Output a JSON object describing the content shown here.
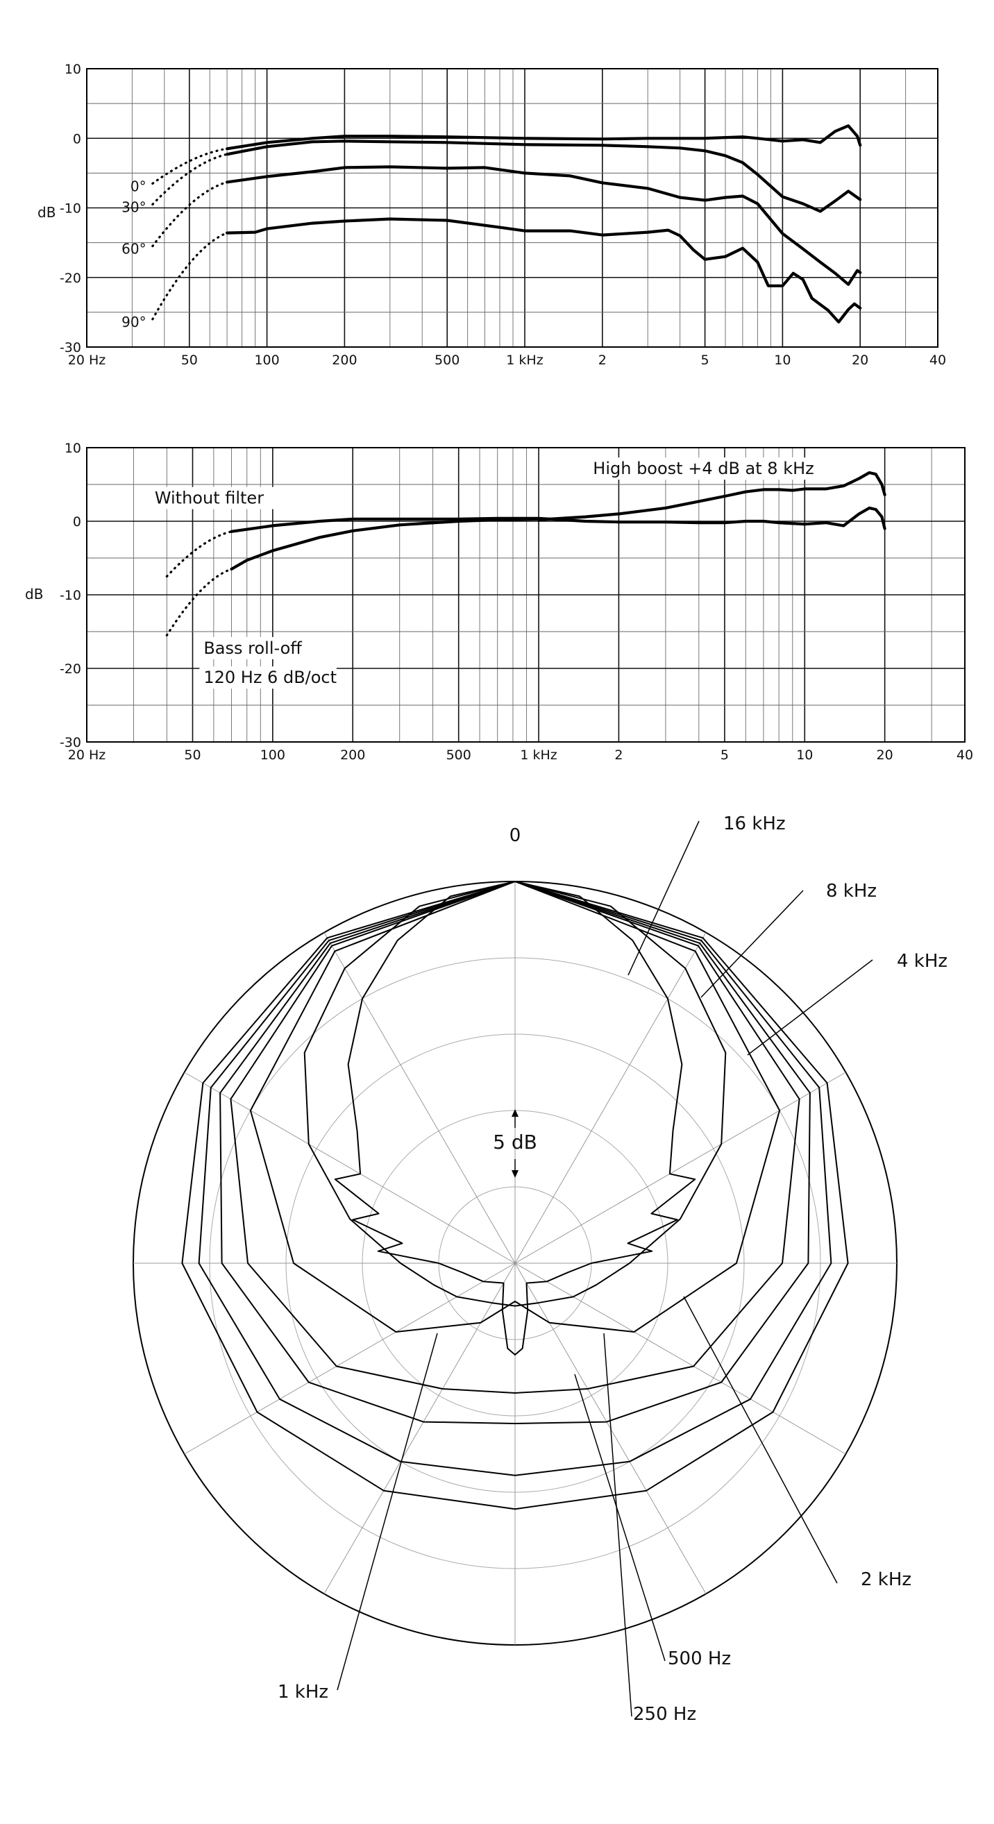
{
  "chart_data": [
    {
      "type": "line",
      "chart": "frequency-response-off-axis",
      "x_scale": "log",
      "xlim": [
        20,
        40000
      ],
      "ylim": [
        -30,
        10
      ],
      "ylabel": "dB",
      "grid": true,
      "x_tick_labels": [
        "20 Hz",
        "50",
        "100",
        "200",
        "500",
        "1 kHz",
        "2",
        "5",
        "10",
        "20",
        "40"
      ],
      "x_tick_values": [
        20,
        50,
        100,
        200,
        500,
        1000,
        2000,
        5000,
        10000,
        20000,
        40000
      ],
      "y_tick_labels": [
        "10",
        "0",
        "-10",
        "-20",
        "-30"
      ],
      "y_tick_values": [
        10,
        0,
        -10,
        -20,
        -30
      ],
      "series": [
        {
          "name": "0°",
          "label_y": -7,
          "points": [
            [
              70,
              -1.5
            ],
            [
              100,
              -0.6
            ],
            [
              150,
              0
            ],
            [
              200,
              0.3
            ],
            [
              300,
              0.3
            ],
            [
              500,
              0.2
            ],
            [
              1000,
              0
            ],
            [
              2000,
              -0.1
            ],
            [
              3000,
              0
            ],
            [
              5000,
              0
            ],
            [
              7000,
              0.2
            ],
            [
              8000,
              0
            ],
            [
              10000,
              -0.4
            ],
            [
              12000,
              -0.2
            ],
            [
              14000,
              -0.6
            ],
            [
              16000,
              1
            ],
            [
              18000,
              1.8
            ],
            [
              19500,
              0.3
            ],
            [
              20000,
              -1
            ]
          ]
        },
        {
          "name": "30°",
          "label_y": -10,
          "points": [
            [
              70,
              -2.3
            ],
            [
              100,
              -1.2
            ],
            [
              150,
              -0.5
            ],
            [
              200,
              -0.4
            ],
            [
              300,
              -0.5
            ],
            [
              500,
              -0.6
            ],
            [
              1000,
              -0.9
            ],
            [
              2000,
              -1
            ],
            [
              3000,
              -1.2
            ],
            [
              4000,
              -1.4
            ],
            [
              5000,
              -1.8
            ],
            [
              6000,
              -2.5
            ],
            [
              7000,
              -3.5
            ],
            [
              8000,
              -5.2
            ],
            [
              10000,
              -8.4
            ],
            [
              12000,
              -9.4
            ],
            [
              14000,
              -10.5
            ],
            [
              16000,
              -9
            ],
            [
              18000,
              -7.6
            ],
            [
              20000,
              -8.8
            ]
          ]
        },
        {
          "name": "60°",
          "label_y": -16,
          "points": [
            [
              70,
              -6.3
            ],
            [
              100,
              -5.5
            ],
            [
              150,
              -4.8
            ],
            [
              200,
              -4.2
            ],
            [
              300,
              -4.1
            ],
            [
              500,
              -4.3
            ],
            [
              700,
              -4.2
            ],
            [
              1000,
              -5
            ],
            [
              1500,
              -5.4
            ],
            [
              2000,
              -6.4
            ],
            [
              3000,
              -7.2
            ],
            [
              4000,
              -8.5
            ],
            [
              5000,
              -8.9
            ],
            [
              6000,
              -8.5
            ],
            [
              7000,
              -8.3
            ],
            [
              8000,
              -9.4
            ],
            [
              10000,
              -13.7
            ],
            [
              12000,
              -15.9
            ],
            [
              14000,
              -17.8
            ],
            [
              16000,
              -19.4
            ],
            [
              18000,
              -21
            ],
            [
              19500,
              -19
            ],
            [
              20000,
              -19.3
            ]
          ]
        },
        {
          "name": "90°",
          "label_y": -26.5,
          "points": [
            [
              70,
              -13.6
            ],
            [
              90,
              -13.5
            ],
            [
              100,
              -13
            ],
            [
              150,
              -12.2
            ],
            [
              200,
              -11.9
            ],
            [
              300,
              -11.6
            ],
            [
              500,
              -11.8
            ],
            [
              800,
              -12.8
            ],
            [
              1000,
              -13.3
            ],
            [
              1500,
              -13.3
            ],
            [
              2000,
              -13.9
            ],
            [
              3000,
              -13.5
            ],
            [
              3600,
              -13.2
            ],
            [
              4000,
              -14
            ],
            [
              4500,
              -16
            ],
            [
              5000,
              -17.4
            ],
            [
              6000,
              -17
            ],
            [
              7000,
              -15.8
            ],
            [
              8000,
              -17.8
            ],
            [
              8800,
              -21.2
            ],
            [
              10000,
              -21.2
            ],
            [
              11000,
              -19.4
            ],
            [
              12000,
              -20.3
            ],
            [
              13000,
              -23
            ],
            [
              15000,
              -24.7
            ],
            [
              16500,
              -26.4
            ],
            [
              18000,
              -24.6
            ],
            [
              19000,
              -23.8
            ],
            [
              20000,
              -24.4
            ]
          ]
        }
      ]
    },
    {
      "type": "line",
      "chart": "frequency-response-filters",
      "x_scale": "log",
      "xlim": [
        20,
        40000
      ],
      "ylim": [
        -30,
        10
      ],
      "ylabel": "dB",
      "grid": true,
      "x_tick_labels": [
        "20 Hz",
        "50",
        "100",
        "200",
        "500",
        "1 kHz",
        "2",
        "5",
        "10",
        "20",
        "40"
      ],
      "x_tick_values": [
        20,
        50,
        100,
        200,
        500,
        1000,
        2000,
        5000,
        10000,
        20000,
        40000
      ],
      "y_tick_labels": [
        "10",
        "0",
        "-10",
        "-20",
        "-30"
      ],
      "y_tick_values": [
        10,
        0,
        -10,
        -20,
        -30
      ],
      "annotations": [
        {
          "text": "Without filter",
          "x": 36,
          "y": 2.4
        },
        {
          "text": "High boost +4 dB at 8 kHz",
          "x": 1600,
          "y": 6.4
        },
        {
          "text": "Bass roll-off",
          "x": 55,
          "y": -18
        },
        {
          "text": "120 Hz 6 dB/oct",
          "x": 55,
          "y": -22
        }
      ],
      "series": [
        {
          "name": "High boost +4 dB at 8 kHz",
          "points": [
            [
              1000,
              0.2
            ],
            [
              1500,
              0.6
            ],
            [
              2000,
              1
            ],
            [
              3000,
              1.8
            ],
            [
              4000,
              2.7
            ],
            [
              5000,
              3.4
            ],
            [
              6000,
              4
            ],
            [
              7000,
              4.3
            ],
            [
              8000,
              4.3
            ],
            [
              9000,
              4.2
            ],
            [
              10000,
              4.4
            ],
            [
              12000,
              4.4
            ],
            [
              14000,
              4.8
            ],
            [
              16000,
              5.8
            ],
            [
              17500,
              6.6
            ],
            [
              18500,
              6.4
            ],
            [
              19500,
              5
            ],
            [
              20000,
              3.6
            ]
          ]
        },
        {
          "name": "Without filter",
          "points": [
            [
              70,
              -1.4
            ],
            [
              100,
              -0.6
            ],
            [
              150,
              0
            ],
            [
              200,
              0.3
            ],
            [
              300,
              0.3
            ],
            [
              500,
              0.3
            ],
            [
              700,
              0.4
            ],
            [
              1000,
              0.4
            ],
            [
              1500,
              0
            ],
            [
              2000,
              -0.1
            ],
            [
              3000,
              -0.1
            ],
            [
              4000,
              -0.2
            ],
            [
              5000,
              -0.2
            ],
            [
              6000,
              0
            ],
            [
              7000,
              0
            ],
            [
              8000,
              -0.2
            ],
            [
              10000,
              -0.4
            ],
            [
              12000,
              -0.2
            ],
            [
              14000,
              -0.6
            ],
            [
              16000,
              1
            ],
            [
              17500,
              1.8
            ],
            [
              18500,
              1.6
            ],
            [
              19500,
              0.6
            ],
            [
              20000,
              -1
            ]
          ]
        },
        {
          "name": "Bass roll-off 120 Hz 6 dB/oct",
          "points": [
            [
              70,
              -6.5
            ],
            [
              80,
              -5.3
            ],
            [
              100,
              -4
            ],
            [
              150,
              -2.2
            ],
            [
              200,
              -1.3
            ],
            [
              300,
              -0.5
            ],
            [
              500,
              0
            ],
            [
              700,
              0.2
            ],
            [
              1000,
              0.3
            ]
          ]
        }
      ]
    },
    {
      "type": "polar",
      "chart": "polar-pattern",
      "angle_label": "0",
      "scale_label": "5 dB",
      "rings": 5,
      "spokes_deg": 30,
      "series": [
        {
          "name": "250 Hz",
          "points": [
            [
              0,
              25
            ],
            [
              30,
              24.6
            ],
            [
              60,
              23.6
            ],
            [
              90,
              21.8
            ],
            [
              120,
              19.5
            ],
            [
              150,
              17.2
            ],
            [
              180,
              16.1
            ]
          ]
        },
        {
          "name": "500 Hz",
          "points": [
            [
              0,
              25
            ],
            [
              30,
              24.4
            ],
            [
              60,
              23
            ],
            [
              90,
              20.7
            ],
            [
              120,
              17.8
            ],
            [
              150,
              15
            ],
            [
              180,
              13.9
            ]
          ]
        },
        {
          "name": "1 kHz",
          "points": [
            [
              0,
              25
            ],
            [
              30,
              24.2
            ],
            [
              60,
              22.3
            ],
            [
              90,
              19.2
            ],
            [
              120,
              15.6
            ],
            [
              150,
              12
            ],
            [
              180,
              10.5
            ]
          ]
        },
        {
          "name": "2 kHz",
          "points": [
            [
              0,
              25
            ],
            [
              30,
              24
            ],
            [
              60,
              21.5
            ],
            [
              90,
              17.5
            ],
            [
              120,
              13.5
            ],
            [
              150,
              9.5
            ],
            [
              180,
              8.5
            ]
          ]
        },
        {
          "name": "4 kHz",
          "points": [
            [
              0,
              25
            ],
            [
              30,
              23.6
            ],
            [
              60,
              20
            ],
            [
              90,
              14.5
            ],
            [
              120,
              9
            ],
            [
              150,
              4.5
            ],
            [
              180,
              2.5
            ]
          ]
        },
        {
          "name": "8 kHz",
          "points": [
            [
              0,
              25
            ],
            [
              15,
              24.2
            ],
            [
              30,
              22.3
            ],
            [
              45,
              19.5
            ],
            [
              60,
              15.6
            ],
            [
              75,
              11.2
            ],
            [
              90,
              7.5
            ],
            [
              105,
              5.5
            ],
            [
              120,
              4.4
            ],
            [
              150,
              3
            ],
            [
              180,
              2.8
            ]
          ]
        },
        {
          "name": "16 kHz",
          "points": [
            [
              0,
              25
            ],
            [
              10,
              24.4
            ],
            [
              20,
              22.5
            ],
            [
              30,
              20
            ],
            [
              40,
              17
            ],
            [
              50,
              13.5
            ],
            [
              60,
              11.7
            ],
            [
              65,
              13
            ],
            [
              70,
              9.5
            ],
            [
              75,
              11
            ],
            [
              80,
              7.5
            ],
            [
              85,
              9
            ],
            [
              90,
              5
            ],
            [
              100,
              3.5
            ],
            [
              120,
              2.4
            ],
            [
              150,
              1.5
            ],
            [
              165,
              3.2
            ],
            [
              175,
              5.6
            ],
            [
              180,
              6
            ]
          ]
        }
      ],
      "labels": [
        "16 kHz",
        "8 kHz",
        "4 kHz",
        "2 kHz",
        "500 Hz",
        "250 Hz",
        "1 kHz"
      ]
    }
  ]
}
